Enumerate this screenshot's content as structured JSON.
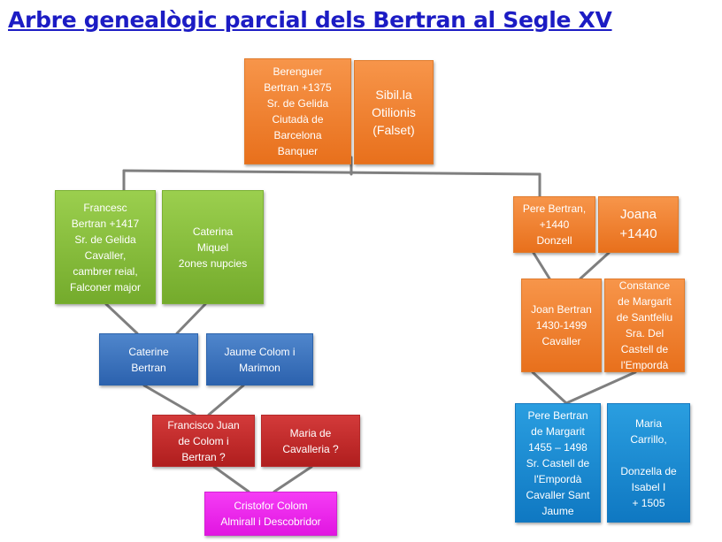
{
  "title": "Arbre genealògic parcial dels Bertran al Segle XV",
  "colors": {
    "title": "#1c1cc4",
    "orange": "#f28a3c",
    "green": "#8cc63f",
    "blue": "#3a74c0",
    "red": "#c62b2b",
    "magenta": "#ee2cee",
    "cyan": "#1a8fd6",
    "connector": "#7f7f7f"
  },
  "people": {
    "berenguer": "Berenguer\nBertran +1375\nSr. de Gelida\nCiutadà de\nBarcelona\nBanquer",
    "sibilla": "Sibil.la\nOtilionis\n(Falset)",
    "francesc": "Francesc\nBertran +1417\nSr. de Gelida\nCavaller,\ncambrer reial,\nFalconer major",
    "caterina_miquel": "Caterina\nMiquel\n2ones nupcies",
    "pere": "Pere Bertran,\n+1440\nDonzell",
    "joana": "Joana\n+1440",
    "caterine": "Caterine\nBertran",
    "jaume": "Jaume Colom i\nMarimon",
    "joan": "Joan Bertran\n1430-1499\nCavaller",
    "constance": "Constance\nde Margarit\nde Santfeliu\nSra. Del\nCastell de\nl'Empordà",
    "francisco": "Francisco Juan\nde Colom i\nBertran ?",
    "maria_cavalleria": "Maria de\nCavalleria ?",
    "cristofor": "Cristofor Colom\nAlmirall i Descobridor",
    "pere_margarit": "Pere Bertran\nde Margarit\n1455 – 1498\nSr. Castell de\nl'Empordà\nCavaller Sant\nJaume",
    "maria_carrillo": "Maria\nCarrillo,\n\nDonzella de\nIsabel I\n+ 1505"
  }
}
